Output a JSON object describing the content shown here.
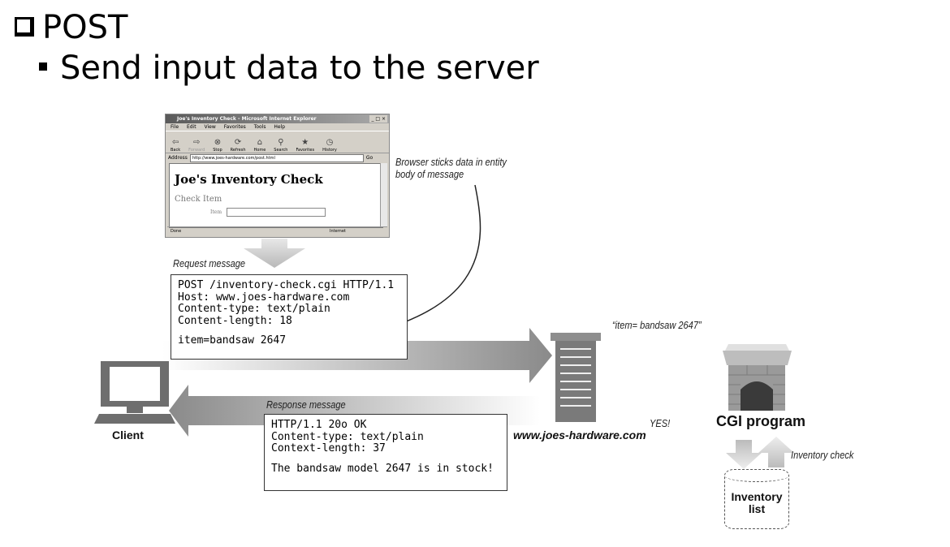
{
  "heading": "POST",
  "bullet": "Send input data to the server",
  "browser": {
    "title": "Joe's Inventory Check - Microsoft Internet Explorer",
    "window_buttons": "_ □ ×",
    "menu": [
      "File",
      "Edit",
      "View",
      "Favorites",
      "Tools",
      "Help"
    ],
    "toolbar": [
      {
        "label": "Back",
        "icon": "back-arrow-icon",
        "glyph": "⇦"
      },
      {
        "label": "Forward",
        "icon": "forward-arrow-icon",
        "glyph": "⇨"
      },
      {
        "label": "Stop",
        "icon": "stop-icon",
        "glyph": "⊗"
      },
      {
        "label": "Refresh",
        "icon": "refresh-icon",
        "glyph": "⟳"
      },
      {
        "label": "Home",
        "icon": "home-icon",
        "glyph": "⌂"
      },
      {
        "label": "Search",
        "icon": "search-icon",
        "glyph": "⚲"
      },
      {
        "label": "Favorites",
        "icon": "favorites-icon",
        "glyph": "★"
      },
      {
        "label": "History",
        "icon": "history-icon",
        "glyph": "◷"
      }
    ],
    "address_label": "Address",
    "address_url": "http://www.joes-hardware.com/post.html",
    "go_label": "Go",
    "page_title": "Joe's Inventory Check",
    "check_item": "Check Item",
    "item_label": "Item",
    "status_done": "Done",
    "status_zone": "Internet"
  },
  "labels": {
    "browser_note": "Browser sticks data in entity\nbody of message",
    "request_message": "Request message",
    "response_message": "Response message",
    "item_quote": "“item= bandsaw 2647”",
    "yes": "YES!",
    "inventory_check": "Inventory check",
    "client": "Client",
    "server": "www.joes-hardware.com",
    "cgi": "CGI program",
    "inventory_list": "Inventory\nlist"
  },
  "request": {
    "headers": "POST /inventory-check.cgi HTTP/1.1\nHost: www.joes-hardware.com\nContent-type: text/plain\nContent-length: 18",
    "body": "item=bandsaw 2647"
  },
  "response": {
    "headers": "HTTP/1.1 20o OK\nContent-type: text/plain\nContext-length: 37",
    "body": "The bandsaw model 2647 is in stock!"
  },
  "colors": {
    "arrow_dark": "#8a8a8a",
    "arrow_light": "#f2f2f2",
    "server_gray": "#7a7a7a",
    "ie_title_gray": "#5a5a5a"
  }
}
